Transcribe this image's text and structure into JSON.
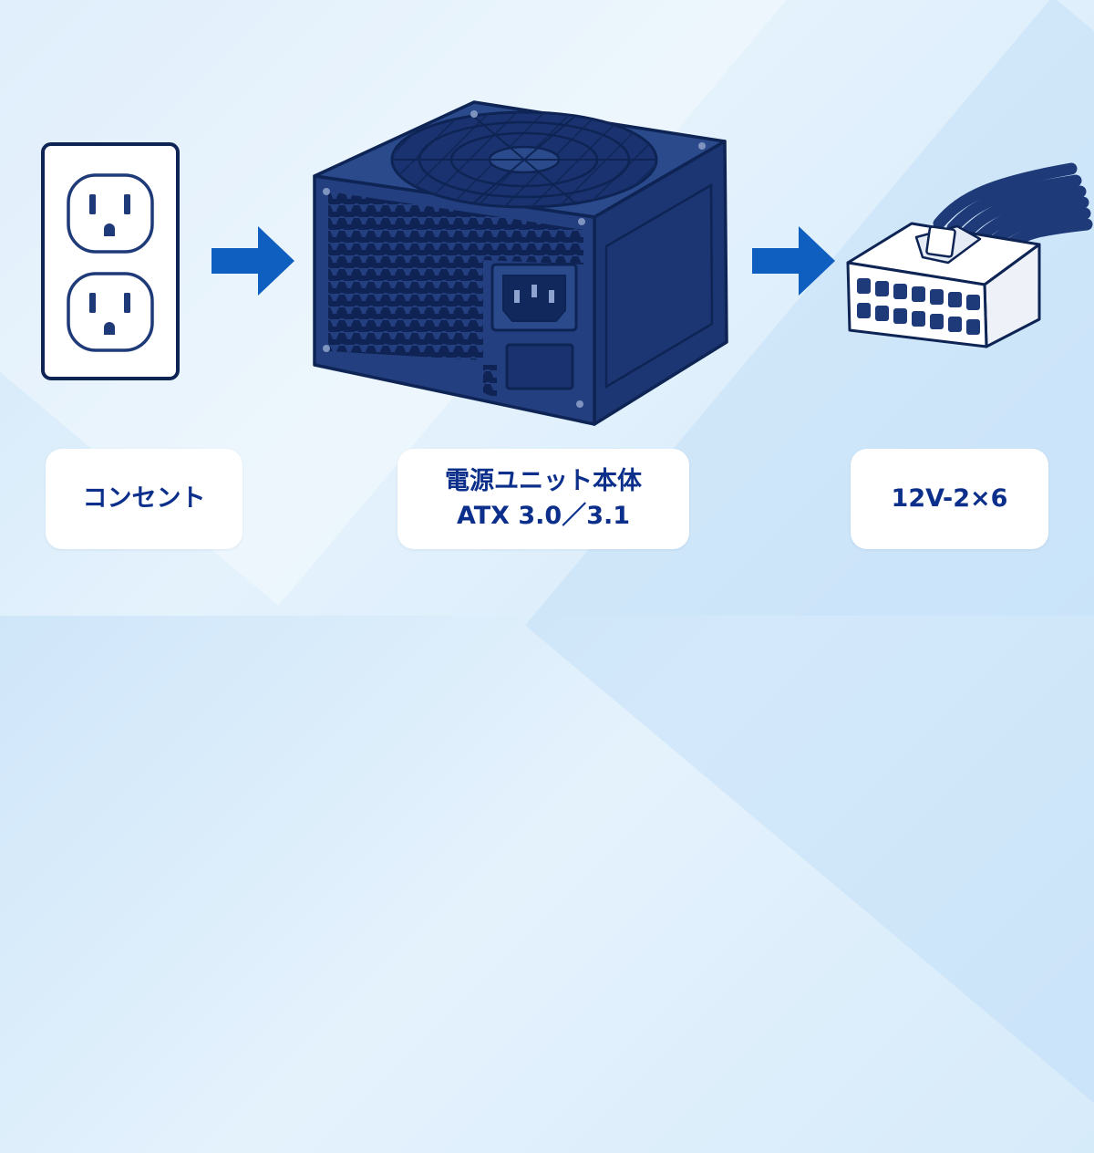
{
  "labels": {
    "outlet": "コンセント",
    "psu_line1": "電源ユニット本体",
    "psu_line2": "ATX 3.0／3.1",
    "connector": "12V-2×6"
  },
  "colors": {
    "navy": "#1e3a78",
    "navy_dark": "#0e2454",
    "arrow_blue": "#0f5fc0",
    "label_text": "#0b2f8a",
    "card_bg": "#ffffff"
  },
  "icons": [
    "wall-outlet-icon",
    "right-arrow-icon",
    "power-supply-unit-icon",
    "right-arrow-icon",
    "connector-12v-2x6-icon"
  ]
}
